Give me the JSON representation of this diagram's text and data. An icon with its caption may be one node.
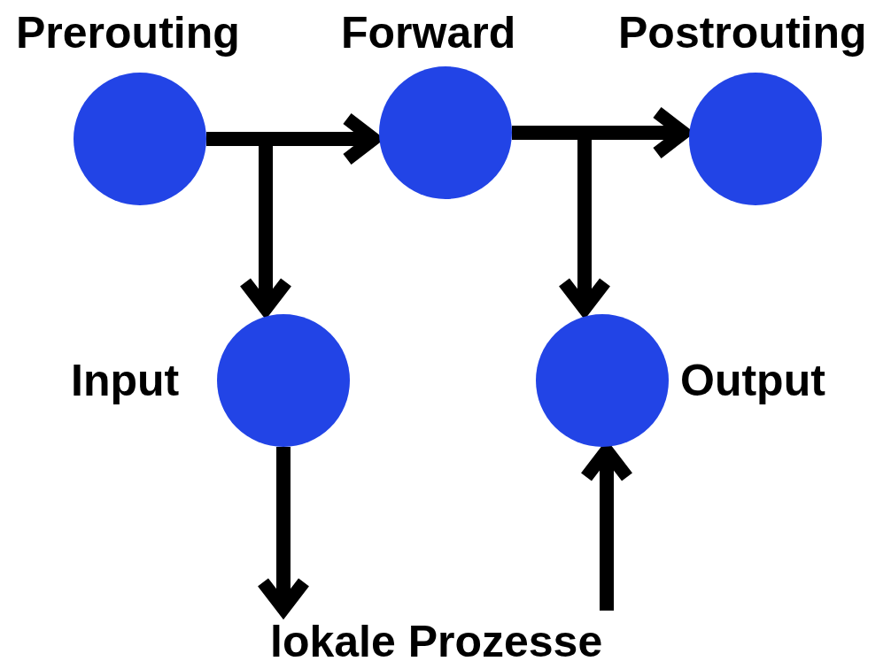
{
  "diagram": {
    "nodes": [
      {
        "text": [
          "Prerouting"
        ]
      },
      {
        "text": [
          "Forward"
        ]
      },
      {
        "text": [
          "Postrouting"
        ]
      },
      {
        "text": [
          "Input"
        ]
      },
      {
        "text": [
          "Output"
        ]
      },
      {
        "text": [
          "lokale Prozesse"
        ]
      }
    ],
    "edges": [
      {
        "from": 0,
        "to": 1,
        "arrow": "to"
      },
      {
        "from": 0,
        "to": 3,
        "arrow": "to"
      },
      {
        "from": 1,
        "to": 2,
        "arrow": "to"
      },
      {
        "from": 1,
        "to": 4,
        "arrow": "to"
      },
      {
        "from": 3,
        "to": 5,
        "arrow": "to"
      },
      {
        "from": 5,
        "to": 4,
        "arrow": "to"
      }
    ]
  }
}
